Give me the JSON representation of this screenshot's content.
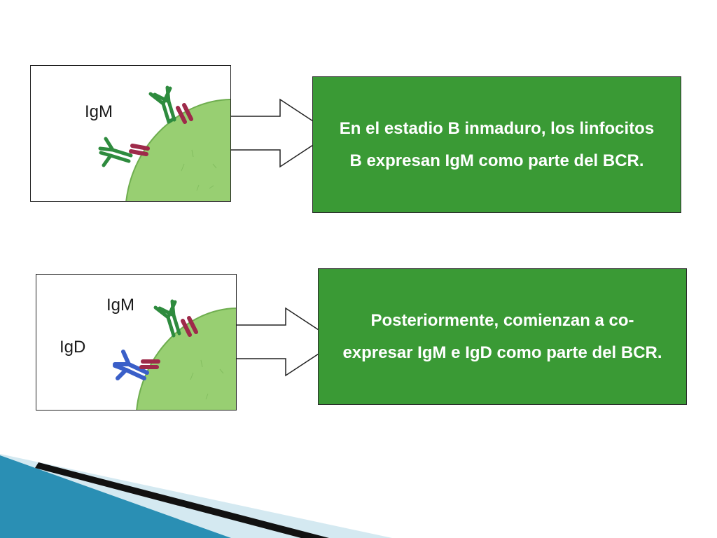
{
  "colors": {
    "box_fill": "#3a9a35",
    "cell_fill": "#98cf72",
    "cell_outline": "#6fae4f",
    "igm_color": "#2e8b3e",
    "igd_color": "#3a5fc8",
    "signal_color": "#9e2a4a",
    "footer_blue": "#2a8fb4",
    "footer_light": "#d4e9f1"
  },
  "panel1": {
    "label_igm": "IgM",
    "text": "En el estadio B inmaduro, los linfocitos B expresan IgM como parte del BCR."
  },
  "panel2": {
    "label_igm": "IgM",
    "label_igd": "IgD",
    "text": "Posteriormente, comienzan a co-expresar IgM e IgD como parte del BCR."
  }
}
